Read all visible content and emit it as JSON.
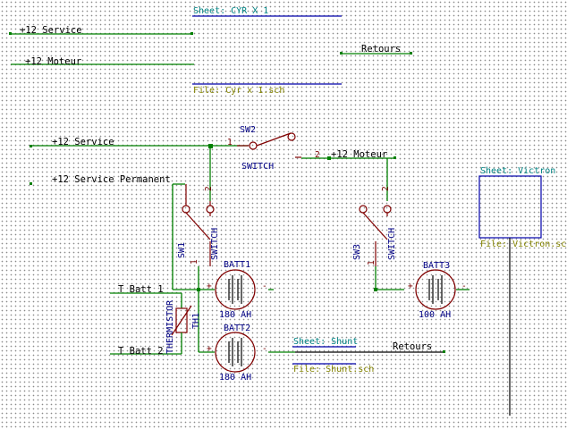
{
  "top_sheet": {
    "name": "Sheet: CYR X 1",
    "file": "File: Cyr x 1.sch",
    "pins": {
      "service": "+12 Service",
      "moteur": "+12 Moteur",
      "retours": "Retours"
    }
  },
  "labels": {
    "service": "+12 Service",
    "moteur": "+12 Moteur",
    "service_permanent": "+12 Service Permanent",
    "t_batt1": "T Batt 1",
    "t_batt2": "T Batt 2",
    "retours": "Retours"
  },
  "sw2": {
    "ref": "SW2",
    "value": "SWITCH",
    "pin1": "1",
    "pin2": "2"
  },
  "sw1": {
    "ref": "SW1",
    "value": "SWITCH",
    "pin1": "1",
    "pin2": "2"
  },
  "sw3": {
    "ref": "SW3",
    "value": "SWITCH",
    "pin1": "1",
    "pin2": "2"
  },
  "batt1": {
    "ref": "BATT1",
    "value": "180 AH"
  },
  "batt2": {
    "ref": "BATT2",
    "value": "180 AH"
  },
  "batt3": {
    "ref": "BATT3",
    "value": "100 AH"
  },
  "thermistor": {
    "ref": "TH1",
    "value": "THERMISTOR"
  },
  "shunt_sheet": {
    "name": "Sheet: Shunt",
    "file": "File: Shunt.sch"
  },
  "victron_sheet": {
    "name": "Sheet: Victron",
    "file": "File: Victron.sch"
  }
}
